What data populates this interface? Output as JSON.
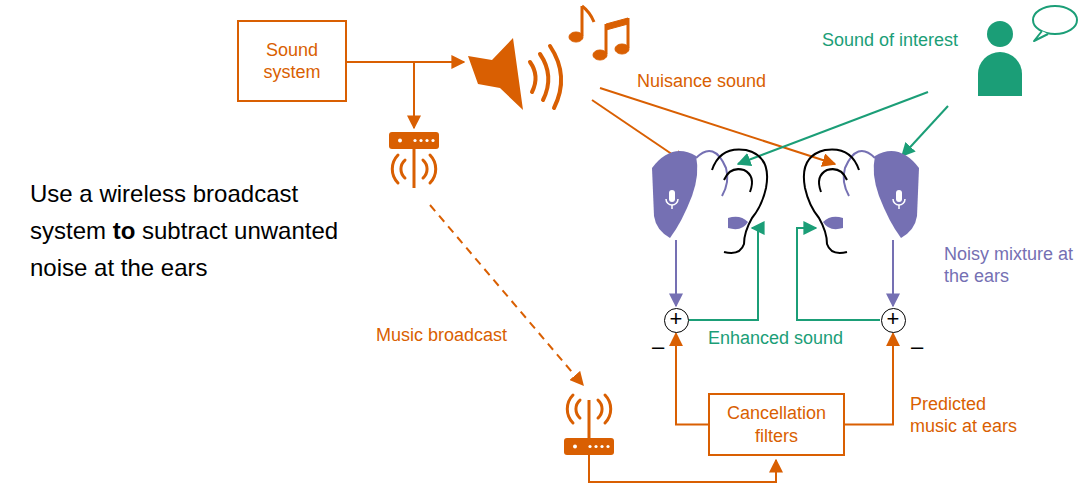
{
  "diagram": {
    "nodes": [
      {
        "text": [
          "Sound system"
        ]
      },
      {
        "text": [
          "+"
        ]
      },
      {
        "text": [
          "+"
        ]
      },
      {
        "text": [
          "Cancellation filters"
        ]
      }
    ],
    "edges": [
      {
        "from": 3,
        "to": 1,
        "arrow": "to"
      },
      {
        "from": 3,
        "to": 2,
        "arrow": "to"
      }
    ],
    "labels": [
      "Sound of interest",
      "Nuisance sound",
      "Use a wireless broadcast system to subtract unwanted noise at the ears",
      "Noisy mixture at the ears",
      "Music broadcast",
      "Enhanced sound",
      "Predicted music at ears",
      "–",
      "–"
    ]
  }
}
